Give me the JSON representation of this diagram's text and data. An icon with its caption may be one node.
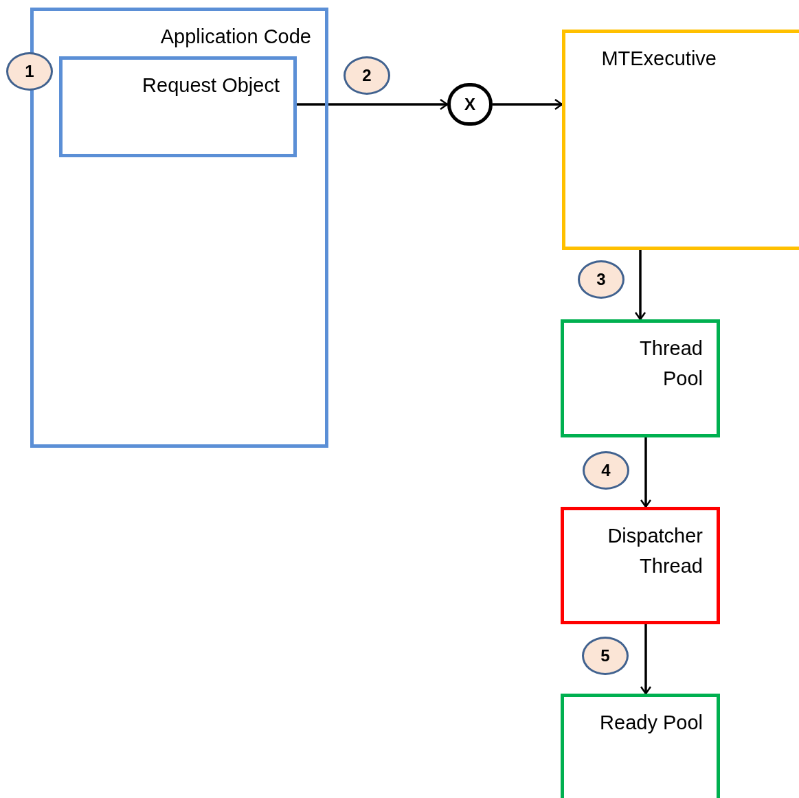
{
  "diagram": {
    "nodes": [
      {
        "text": [
          "Application Code"
        ]
      },
      {
        "text": [
          "Request Object"
        ],
        "in": 0
      },
      {
        "text": [
          "X"
        ]
      },
      {
        "text": [
          "MTExecutive"
        ]
      },
      {
        "text": [
          "Thread Pool"
        ]
      },
      {
        "text": [
          "Dispatcher Thread"
        ]
      },
      {
        "text": [
          "Ready Pool"
        ]
      }
    ],
    "edges": [
      {
        "from": 1,
        "to": 2,
        "arrow": "to"
      },
      {
        "from": 2,
        "to": 3,
        "arrow": "to"
      },
      {
        "from": 3,
        "to": 4,
        "arrow": "to"
      },
      {
        "from": 4,
        "to": 5,
        "arrow": "to"
      },
      {
        "from": 5,
        "to": 6,
        "arrow": "to"
      }
    ],
    "labels": [
      "1",
      "2",
      "3",
      "4",
      "5"
    ]
  }
}
